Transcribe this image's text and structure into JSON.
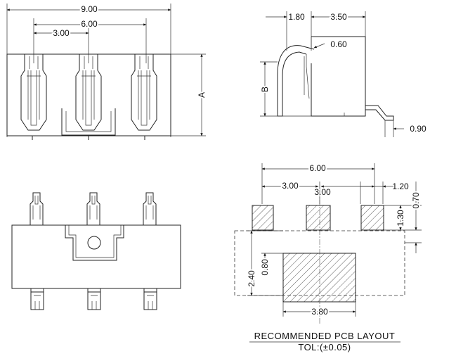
{
  "drawing": {
    "front_view": {
      "dim_overall_width": "9.00",
      "dim_outer_pitch": "6.00",
      "dim_pitch": "3.00",
      "dim_height_label": "A"
    },
    "side_view": {
      "dim_left": "1.80",
      "dim_right": "3.50",
      "dim_thickness": "0.60",
      "dim_height_label": "B",
      "dim_tail": "0.90"
    },
    "pcb_layout": {
      "dim_outer_pitch": "6.00",
      "dim_pitch_left": "3.00",
      "dim_pitch_right": "3.00",
      "dim_pad_width": "1.20",
      "dim_pad_height": "1.30",
      "dim_pad_offset": "0.70",
      "dim_body_height": "2.40",
      "dim_center_pad_height": "0.80",
      "dim_center_pad_width": "3.80",
      "title": "RECOMMENDED PCB LAYOUT",
      "tolerance": "TOL:(±0.05)"
    }
  }
}
